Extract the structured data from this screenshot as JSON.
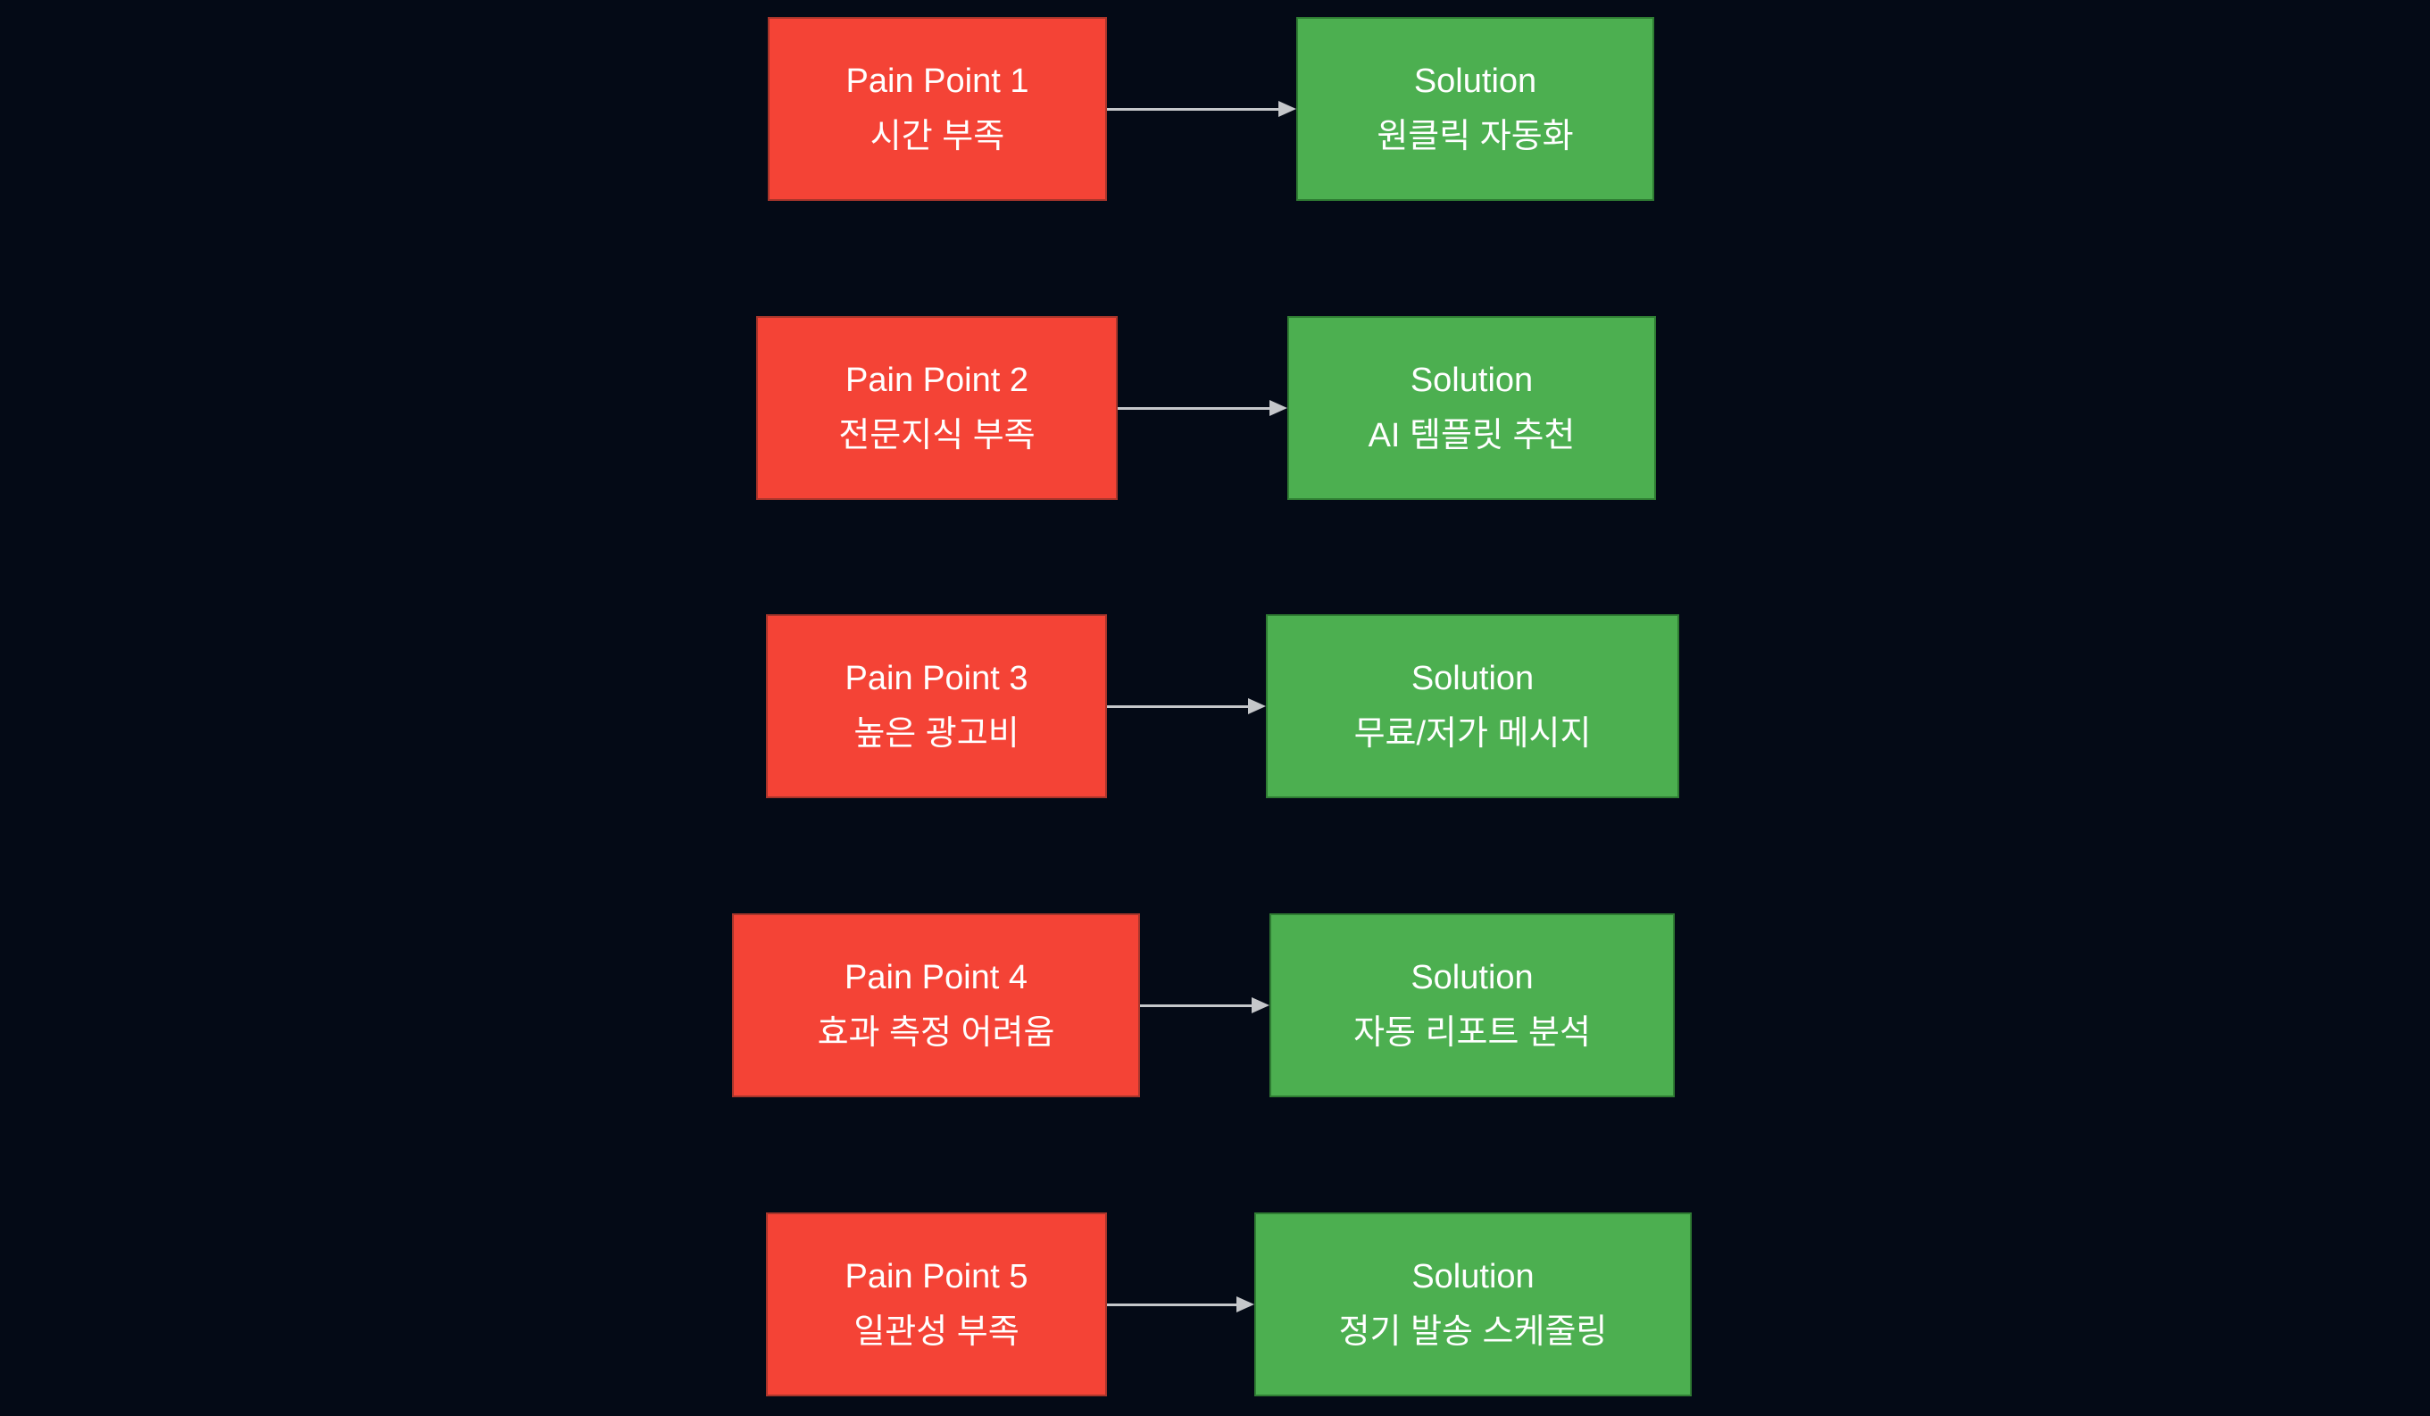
{
  "diagram": {
    "description": "pain-point-to-solution-mapping-flowchart",
    "colors": {
      "background": "#040a16",
      "pain_fill": "#f44336",
      "pain_border": "#a8352b",
      "solution_fill": "#4caf50",
      "solution_border": "#2f7d33",
      "arrow": "#c5c7ca",
      "text": "#ffffff"
    },
    "rows": [
      {
        "pain": {
          "title": "Pain Point 1",
          "desc": "시간 부족"
        },
        "solution": {
          "title": "Solution",
          "desc": "원클릭 자동화"
        }
      },
      {
        "pain": {
          "title": "Pain Point 2",
          "desc": "전문지식 부족"
        },
        "solution": {
          "title": "Solution",
          "desc": "AI 템플릿 추천"
        }
      },
      {
        "pain": {
          "title": "Pain Point 3",
          "desc": "높은 광고비"
        },
        "solution": {
          "title": "Solution",
          "desc": "무료/저가 메시지"
        }
      },
      {
        "pain": {
          "title": "Pain Point 4",
          "desc": "효과 측정 어려움"
        },
        "solution": {
          "title": "Solution",
          "desc": "자동 리포트 분석"
        }
      },
      {
        "pain": {
          "title": "Pain Point 5",
          "desc": "일관성 부족"
        },
        "solution": {
          "title": "Solution",
          "desc": "정기 발송 스케줄링"
        }
      }
    ]
  }
}
